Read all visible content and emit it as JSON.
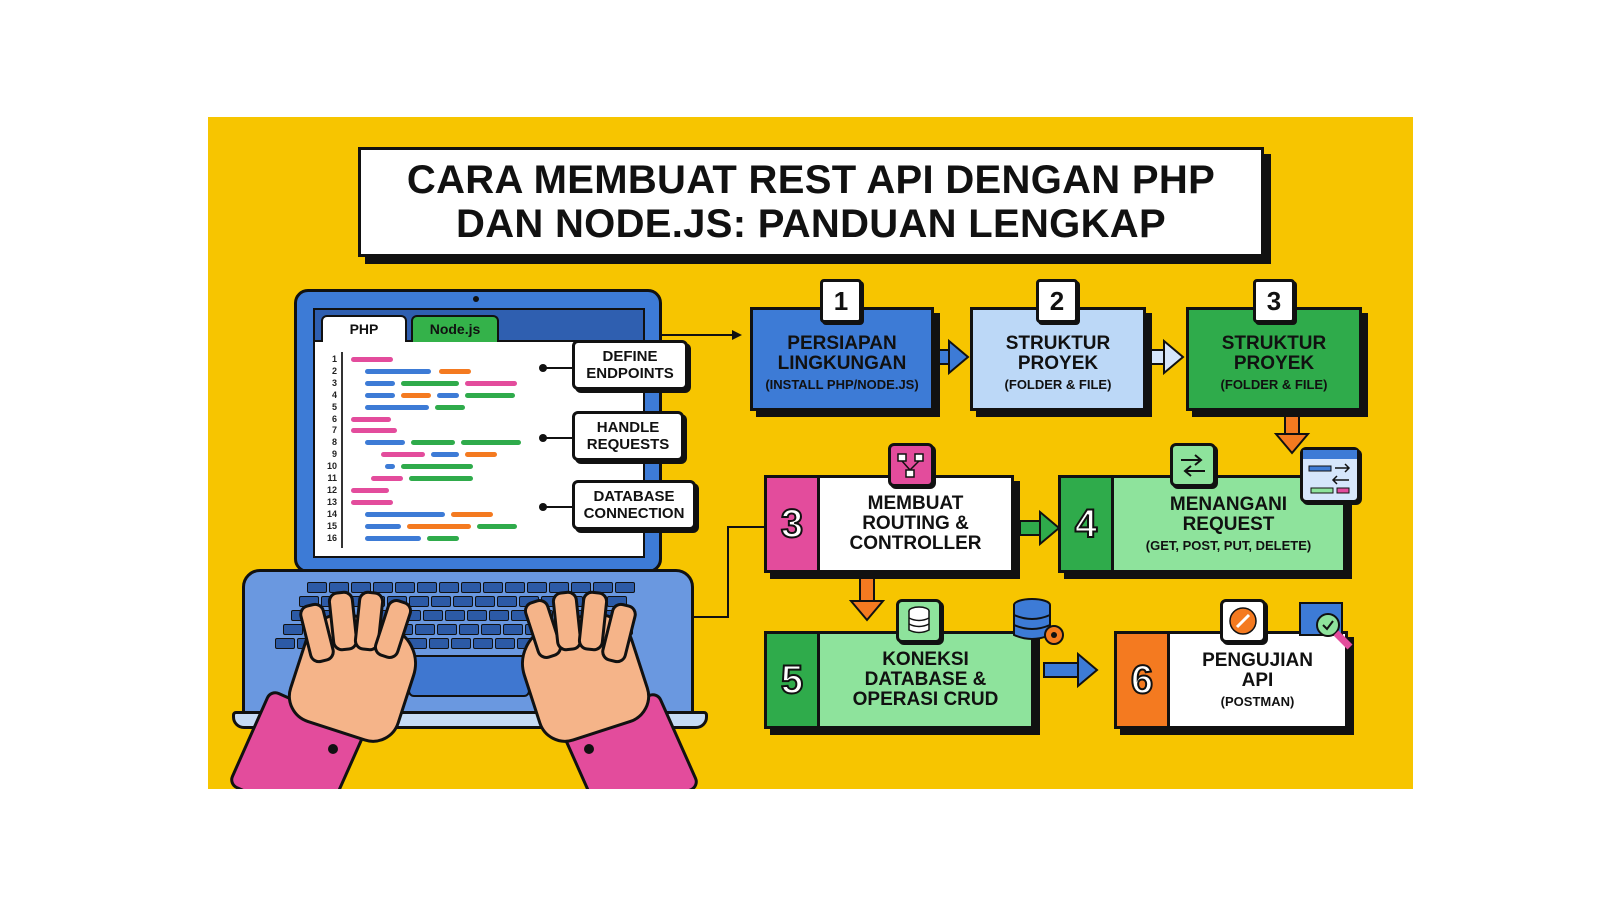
{
  "title": "CARA MEMBUAT REST API DENGAN PHP\nDAN NODE.JS: PANDUAN LENGKAP",
  "editor": {
    "tabs": [
      "PHP",
      "Node.js"
    ],
    "line_numbers": [
      "1",
      "2",
      "3",
      "4",
      "5",
      "6",
      "7",
      "8",
      "9",
      "10",
      "11",
      "12",
      "13",
      "14",
      "15",
      "16"
    ]
  },
  "callouts": [
    "DEFINE\nENDPOINTS",
    "HANDLE\nREQUESTS",
    "DATABASE\nCONNECTION"
  ],
  "steps": {
    "persiapan": {
      "number": "1",
      "title": "PERSIAPAN\nLINGKUNGAN",
      "sub": "(INSTALL PHP/NODE.JS)"
    },
    "struktur_a": {
      "number": "2",
      "title": "STRUKTUR\nPROYEK",
      "sub": "(FOLDER & FILE)"
    },
    "struktur_b": {
      "number": "3",
      "title": "STRUKTUR\nPROYEK",
      "sub": "(FOLDER & FILE)"
    },
    "routing": {
      "number": "3",
      "title": "MEMBUAT\nROUTING &\nCONTROLLER"
    },
    "request": {
      "number": "4",
      "title": "MENANGANI\nREQUEST",
      "sub": "(GET, POST, PUT, DELETE)"
    },
    "database": {
      "number": "5",
      "title": "KONEKSI\nDATABASE &\nOPERASI CRUD"
    },
    "pengujian": {
      "number": "6",
      "title": "PENGUJIAN\nAPI",
      "sub": "(POSTMAN)"
    }
  },
  "colors": {
    "background": "#f7c500",
    "blue": "#3d7bd6",
    "light_blue": "#bcd8f7",
    "green": "#2fab4b",
    "light_green": "#8ee39c",
    "pink": "#e34c9c",
    "orange": "#f47a20"
  },
  "icons": [
    "routing-icon",
    "swap-arrows-icon",
    "browser-window-icon",
    "database-icon",
    "database-gear-icon",
    "postman-icon",
    "magnifier-check-icon"
  ]
}
